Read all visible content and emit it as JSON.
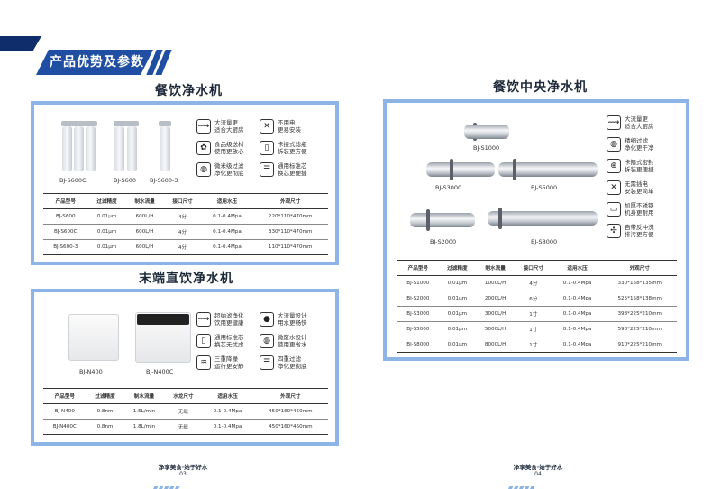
{
  "header": {
    "title": "产品优势及参数"
  },
  "catering": {
    "title": "餐饮净水机",
    "products": [
      "BJ-S600C",
      "BJ-S600",
      "BJ-S600-3"
    ],
    "features": [
      {
        "icon": "pulse-icon",
        "glyph": "⟿",
        "text": [
          "大流量更",
          "适合大厨房"
        ]
      },
      {
        "icon": "no-power-icon",
        "glyph": "✕",
        "text": [
          "不用电",
          "更易安装"
        ]
      },
      {
        "icon": "food-grade-icon",
        "glyph": "✿",
        "text": [
          "食品级送材",
          "使用更放心"
        ]
      },
      {
        "icon": "cartridge-icon",
        "glyph": "▯",
        "text": [
          "卡接式滤瓶",
          "拆装更方便"
        ]
      },
      {
        "icon": "filter-icon",
        "glyph": "◍",
        "text": [
          "微米级过滤",
          "净化更彻底"
        ]
      },
      {
        "icon": "standard-core-icon",
        "glyph": "☰",
        "text": [
          "通用标准芯",
          "换芯更便捷"
        ]
      }
    ],
    "table": {
      "headers": [
        "产品型号",
        "过滤精度",
        "制水流量",
        "接口尺寸",
        "适用水压",
        "外观尺寸"
      ],
      "rows": [
        [
          "BJ-S600",
          "0.01μm",
          "600L/H",
          "4分",
          "0.1-0.4Mpa",
          "220*110*470mm"
        ],
        [
          "BJ-S600C",
          "0.01μm",
          "600L/H",
          "4分",
          "0.1-0.4Mpa",
          "330*110*470mm"
        ],
        [
          "BJ-S600-3",
          "0.01μm",
          "600L/H",
          "4分",
          "0.1-0.4Mpa",
          "110*110*470mm"
        ]
      ]
    }
  },
  "terminal": {
    "title": "末端直饮净水机",
    "products": [
      "BJ-N400",
      "BJ-N400C"
    ],
    "features": [
      {
        "icon": "ultrafilter-icon",
        "glyph": "⟿",
        "text": [
          "超纳滤净化",
          "饮用更健康"
        ]
      },
      {
        "icon": "droplet-icon",
        "glyph": "💧",
        "text": [
          "大流量设计",
          "用水更畅快"
        ]
      },
      {
        "icon": "standard-core-icon",
        "glyph": "▯",
        "text": [
          "通用标准芯",
          "换芯无忧虑"
        ]
      },
      {
        "icon": "micro-waste-icon",
        "glyph": "◍",
        "text": [
          "微废水设计",
          "使用更省水"
        ]
      },
      {
        "icon": "noise-icon",
        "glyph": "♒",
        "text": [
          "三重降噪",
          "运行更安静"
        ]
      },
      {
        "icon": "four-stage-icon",
        "glyph": "☰",
        "text": [
          "四重过滤",
          "净化更彻底"
        ]
      }
    ],
    "table": {
      "headers": [
        "产品型号",
        "过滤精度",
        "制水流量",
        "水龙尺寸",
        "适用水压",
        "外观尺寸"
      ],
      "rows": [
        [
          "BJ-N400",
          "0.8nm",
          "1.5L/min",
          "无缝",
          "0.1-0.4Mpa",
          "450*160*450mm"
        ],
        [
          "BJ-N400C",
          "0.8nm",
          "1.8L/min",
          "无缝",
          "0.1-0.4Mpa",
          "450*160*450mm"
        ]
      ]
    }
  },
  "central": {
    "title": "餐饮中央净水机",
    "products": [
      "BJ-S1000",
      "BJ-S3000",
      "BJ-S5000",
      "BJ-S2000",
      "BJ-S8000"
    ],
    "features": [
      {
        "icon": "pulse-icon",
        "glyph": "⟿",
        "text": [
          "大流量更",
          "适合大厨房"
        ]
      },
      {
        "icon": "precision-filter-icon",
        "glyph": "◍",
        "text": [
          "精细过滤",
          "净化更干净"
        ]
      },
      {
        "icon": "clamp-icon",
        "glyph": "⊕",
        "text": [
          "卡箍式密封",
          "拆装更便捷"
        ]
      },
      {
        "icon": "no-plug-icon",
        "glyph": "✕",
        "text": [
          "无需插电",
          "安装更简单"
        ]
      },
      {
        "icon": "steel-body-icon",
        "glyph": "▭",
        "text": [
          "加厚不锈钢",
          "机身更耐用"
        ]
      },
      {
        "icon": "backwash-icon",
        "glyph": "✣",
        "text": [
          "自带反冲洗",
          "排污更方便"
        ]
      }
    ],
    "table": {
      "headers": [
        "产品型号",
        "过滤精度",
        "制水流量",
        "接口尺寸",
        "适用水压",
        "外观尺寸"
      ],
      "rows": [
        [
          "BJ-S1000",
          "0.01μm",
          "1000L/H",
          "4分",
          "0.1-0.4Mpa",
          "330*158*135mm"
        ],
        [
          "BJ-S2000",
          "0.01μm",
          "2000L/H",
          "6分",
          "0.1-0.4Mpa",
          "525*158*138mm"
        ],
        [
          "BJ-S3000",
          "0.01μm",
          "3000L/H",
          "1寸",
          "0.1-0.4Mpa",
          "398*225*210mm"
        ],
        [
          "BJ-S5000",
          "0.01μm",
          "5000L/H",
          "1寸",
          "0.1-0.4Mpa",
          "598*225*210mm"
        ],
        [
          "BJ-S8000",
          "0.01μm",
          "8000L/H",
          "1寸",
          "0.1-0.4Mpa",
          "910*225*210mm"
        ]
      ]
    }
  },
  "footer": {
    "left": {
      "slogan": "净享美食·始于好水",
      "page": "03"
    },
    "right": {
      "slogan": "净享美食·始于好水",
      "page": "04"
    }
  }
}
